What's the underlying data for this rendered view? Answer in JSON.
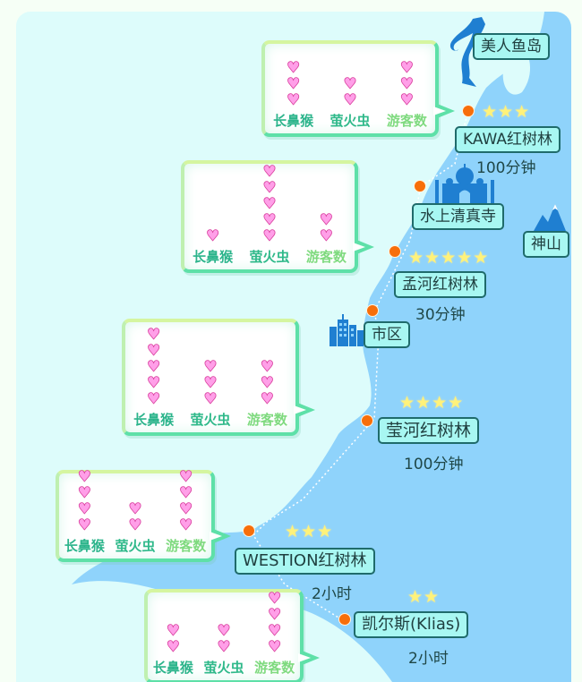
{
  "colors": {
    "land": "#ddfcfb",
    "sea": "#8fd3fb",
    "label_fill": "#a8f7f2",
    "label_border": "#1f6b6b",
    "dot": "#f76e0a",
    "star": "#fff27a",
    "heart": "#ff9fe8",
    "bubble_border": "#5ee0a8",
    "icon_blue": "#1f7fd1"
  },
  "legend_columns": [
    "长鼻猴",
    "萤火虫",
    "游客数"
  ],
  "landmarks": [
    {
      "name": "美人鱼岛",
      "icon": "mermaid-icon"
    },
    {
      "name": "水上清真寺",
      "icon": "mosque-icon"
    },
    {
      "name": "神山",
      "icon": "mountain-icon"
    },
    {
      "name": "市区",
      "icon": "city-buildings-icon"
    }
  ],
  "stops": [
    {
      "name": "KAWA红树林",
      "stars": 3,
      "time": "100分钟",
      "ratings": {
        "长鼻猴": 3,
        "萤火虫": 2,
        "游客数": 3
      }
    },
    {
      "name": "孟河红树林",
      "stars": 5,
      "time": "30分钟",
      "ratings": {
        "长鼻猴": 1,
        "萤火虫": 5,
        "游客数": 2
      }
    },
    {
      "name": "莹河红树林",
      "stars": 4,
      "time": "100分钟",
      "ratings": {
        "长鼻猴": 5,
        "萤火虫": 3,
        "游客数": 3
      }
    },
    {
      "name": "WESTION红树林",
      "stars": 3,
      "time": "2小时",
      "ratings": {
        "长鼻猴": 4,
        "萤火虫": 2,
        "游客数": 4
      }
    },
    {
      "name": "凯尔斯(Klias)",
      "stars": 2,
      "time": "2小时",
      "ratings": {
        "长鼻猴": 2,
        "萤火虫": 2,
        "游客数": 4
      }
    }
  ]
}
